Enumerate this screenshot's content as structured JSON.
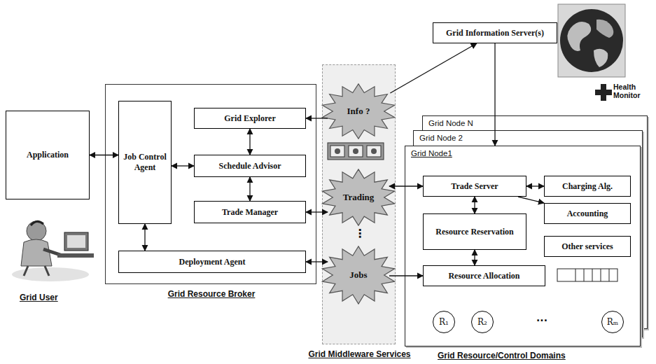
{
  "diagram": {
    "nodes": [
      {
        "text": [
          "Application"
        ]
      },
      {
        "text": [
          "Grid Resource Broker"
        ]
      },
      {
        "text": [
          "Job Control Agent"
        ],
        "in": 1
      },
      {
        "text": [
          "Grid Explorer"
        ],
        "in": 1
      },
      {
        "text": [
          "Schedule Advisor"
        ],
        "in": 1
      },
      {
        "text": [
          "Trade Manager"
        ],
        "in": 1
      },
      {
        "text": [
          "Deployment Agent"
        ],
        "in": 1
      },
      {
        "text": [
          "Grid Middleware Services"
        ]
      },
      {
        "text": [
          "Info ?"
        ],
        "in": 7
      },
      {
        "text": [
          "Trading"
        ],
        "in": 7
      },
      {
        "text": [
          "Jobs"
        ],
        "in": 7
      },
      {
        "text": [
          "Grid Information Server(s)"
        ]
      },
      {
        "text": [
          "Grid Node N"
        ]
      },
      {
        "text": [
          "Grid Node 2"
        ]
      },
      {
        "text": [
          "Grid Node1"
        ]
      },
      {
        "text": [
          "Trade Server"
        ],
        "in": 14
      },
      {
        "text": [
          "Charging Alg."
        ],
        "in": 14
      },
      {
        "text": [
          "Accounting"
        ],
        "in": 14
      },
      {
        "text": [
          "Resource Reservation"
        ],
        "in": 14
      },
      {
        "text": [
          "Other services"
        ],
        "in": 14
      },
      {
        "text": [
          "Resource Allocation"
        ],
        "in": 14
      },
      {
        "text": [
          "R₁"
        ],
        "in": 14
      },
      {
        "text": [
          "R₂"
        ],
        "in": 14
      },
      {
        "text": [
          "Rₘ"
        ],
        "in": 14
      }
    ],
    "edges": [
      {
        "from": 0,
        "to": 2,
        "arrow": "both"
      },
      {
        "from": 2,
        "to": 4,
        "arrow": "both"
      },
      {
        "from": 3,
        "to": 4,
        "arrow": "both"
      },
      {
        "from": 4,
        "to": 5,
        "arrow": "both"
      },
      {
        "from": 2,
        "to": 6,
        "arrow": "both"
      },
      {
        "from": 8,
        "to": 3,
        "arrow": "to"
      },
      {
        "from": 8,
        "to": 11,
        "arrow": "to"
      },
      {
        "from": 5,
        "to": 9,
        "arrow": "both"
      },
      {
        "from": 9,
        "to": 15,
        "arrow": "both"
      },
      {
        "from": 6,
        "to": 10,
        "arrow": "both"
      },
      {
        "from": 10,
        "to": 20,
        "arrow": "to"
      },
      {
        "from": 11,
        "to": 14,
        "arrow": "to"
      },
      {
        "from": 15,
        "to": 16,
        "arrow": "both"
      },
      {
        "from": 15,
        "to": 17,
        "arrow": "to"
      },
      {
        "from": 15,
        "to": 18,
        "arrow": "both"
      },
      {
        "from": 18,
        "to": 20,
        "arrow": "both"
      }
    ],
    "labels": [
      "Grid User",
      "Health Monitor",
      "⋮",
      "···",
      "Grid Resource/Control Domains"
    ]
  }
}
